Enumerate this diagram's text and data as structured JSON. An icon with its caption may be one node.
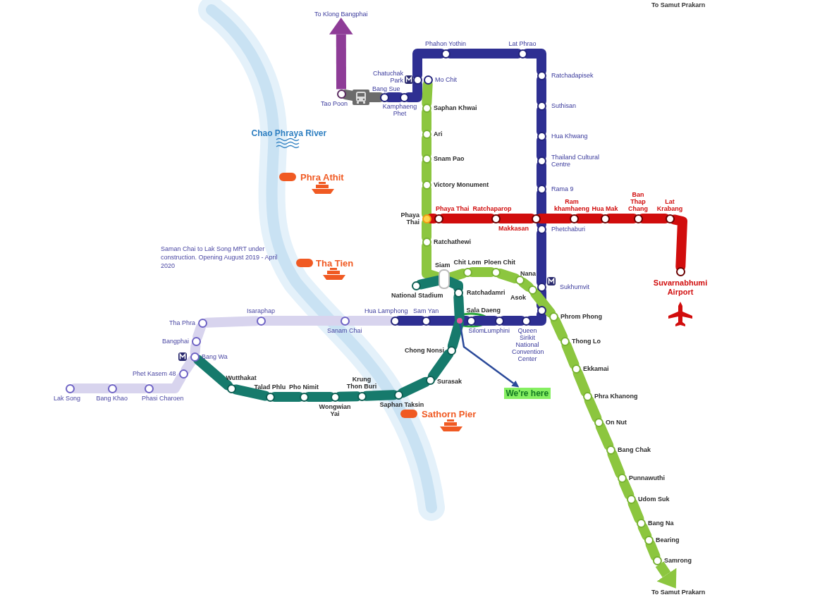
{
  "diagram": {
    "nodes": [
      {
        "text": [
          "To Klong Bangphai"
        ]
      },
      {
        "text": [
          "Tao Poon"
        ]
      },
      {
        "text": [],
        "shape": "picture"
      },
      {
        "text": [
          "Bang Sue"
        ]
      },
      {
        "text": [
          "Kamphaeng Phet"
        ]
      },
      {
        "text": [
          "Chatuchak Park"
        ]
      },
      {
        "text": [
          "Mo Chit"
        ]
      },
      {
        "text": [
          "Phahon Yothin"
        ]
      },
      {
        "text": [
          "Lat Phrao"
        ]
      },
      {
        "text": [
          "Ratchadapisek"
        ]
      },
      {
        "text": [
          "Suthisan"
        ]
      },
      {
        "text": [
          "Hua Khwang"
        ]
      },
      {
        "text": [
          "Thailand Cultural Centre"
        ]
      },
      {
        "text": [
          "Rama 9"
        ]
      },
      {
        "text": [
          "Phetchaburi"
        ]
      },
      {
        "text": [
          "Sukhumvit"
        ]
      },
      {
        "text": [],
        "shape": "circle"
      },
      {
        "text": [
          "Queen Sirikit National Convention Center"
        ]
      },
      {
        "text": [
          "Lumphini"
        ]
      },
      {
        "text": [
          "Silom"
        ]
      },
      {
        "text": [
          "Sam Yan"
        ]
      },
      {
        "text": [
          "Hua Lamphong"
        ]
      },
      {
        "text": [
          "Sanam Chai"
        ]
      },
      {
        "text": [
          "Isaraphap"
        ]
      },
      {
        "text": [
          "Tha Phra"
        ]
      },
      {
        "text": [
          "Bangphai"
        ]
      },
      {
        "text": [
          "Bang Wa"
        ]
      },
      {
        "text": [
          "Phet Kasem 48"
        ]
      },
      {
        "text": [
          "Phasi Charoen"
        ]
      },
      {
        "text": [
          "Bang Khao"
        ]
      },
      {
        "text": [
          "Lak Song"
        ]
      },
      {
        "text": [
          "Saphan Khwai"
        ]
      },
      {
        "text": [
          "Ari"
        ]
      },
      {
        "text": [
          "Snam Pao"
        ]
      },
      {
        "text": [
          "Victory Monument"
        ]
      },
      {
        "text": [
          "Phaya Thai"
        ]
      },
      {
        "text": [
          "Ratchathewi"
        ]
      },
      {
        "text": [
          "Siam"
        ]
      },
      {
        "text": [
          "Chit Lom"
        ]
      },
      {
        "text": [
          "Ploen Chit"
        ]
      },
      {
        "text": [
          "Nana"
        ]
      },
      {
        "text": [
          "Asok"
        ]
      },
      {
        "text": [
          "Phrom Phong"
        ]
      },
      {
        "text": [
          "Thong Lo"
        ]
      },
      {
        "text": [
          "Ekkamai"
        ]
      },
      {
        "text": [
          "Phra Khanong"
        ]
      },
      {
        "text": [
          "On Nut"
        ]
      },
      {
        "text": [
          "Bang Chak"
        ]
      },
      {
        "text": [
          "Punnawuthi"
        ]
      },
      {
        "text": [
          "Udom Suk"
        ]
      },
      {
        "text": [
          "Bang Na"
        ]
      },
      {
        "text": [
          "Bearing"
        ]
      },
      {
        "text": [
          "Samrong"
        ]
      },
      {
        "text": [
          "To Samut Prakarn"
        ]
      },
      {
        "text": [
          "National Stadium"
        ]
      },
      {
        "text": [
          "Ratchadamri"
        ]
      },
      {
        "text": [
          "Sala Daeng"
        ]
      },
      {
        "text": [
          "Chong Nonsi"
        ]
      },
      {
        "text": [
          "Surasak"
        ]
      },
      {
        "text": [
          "Saphan Taksin"
        ]
      },
      {
        "text": [
          "Krung Thon Buri"
        ]
      },
      {
        "text": [
          "Wongwian Yai"
        ]
      },
      {
        "text": [
          "Pho Nimit"
        ]
      },
      {
        "text": [
          "Talad Phlu"
        ]
      },
      {
        "text": [
          "Wutthakat"
        ]
      },
      {
        "text": [
          "Phaya Thai"
        ]
      },
      {
        "text": [
          "Ratchaparop"
        ]
      },
      {
        "text": [
          "Makkasan"
        ]
      },
      {
        "text": [
          "Ram khamhaeng"
        ]
      },
      {
        "text": [
          "Hua Mak"
        ]
      },
      {
        "text": [
          "Ban Thap Chang"
        ]
      },
      {
        "text": [
          "Lat Krabang"
        ]
      },
      {
        "text": [
          "Suvarnabhumi Airport"
        ]
      },
      {
        "text": [
          "We're here"
        ]
      }
    ],
    "edges": [
      {
        "from": 1,
        "to": 0,
        "arrow": "to",
        "color": "#8e3c97"
      },
      {
        "from": 1,
        "to": 2,
        "arrow": "none",
        "color": "#6b6b6b"
      },
      {
        "from": 2,
        "to": 3,
        "arrow": "none",
        "color": "#6b6b6b"
      },
      {
        "from": 3,
        "to": 4,
        "arrow": "none",
        "color": "#2e2f92"
      },
      {
        "from": 4,
        "to": 5,
        "arrow": "none",
        "color": "#2e2f92"
      },
      {
        "from": 5,
        "to": 7,
        "arrow": "none",
        "color": "#2e2f92"
      },
      {
        "from": 7,
        "to": 8,
        "arrow": "none",
        "color": "#2e2f92"
      },
      {
        "from": 8,
        "to": 9,
        "arrow": "none",
        "color": "#2e2f92"
      },
      {
        "from": 9,
        "to": 10,
        "arrow": "none",
        "color": "#2e2f92"
      },
      {
        "from": 10,
        "to": 11,
        "arrow": "none",
        "color": "#2e2f92"
      },
      {
        "from": 11,
        "to": 12,
        "arrow": "none",
        "color": "#2e2f92"
      },
      {
        "from": 12,
        "to": 13,
        "arrow": "none",
        "color": "#2e2f92"
      },
      {
        "from": 13,
        "to": 14,
        "arrow": "none",
        "color": "#2e2f92"
      },
      {
        "from": 14,
        "to": 15,
        "arrow": "none",
        "color": "#2e2f92"
      },
      {
        "from": 15,
        "to": 16,
        "arrow": "none",
        "color": "#2e2f92"
      },
      {
        "from": 16,
        "to": 17,
        "arrow": "none",
        "color": "#2e2f92"
      },
      {
        "from": 17,
        "to": 18,
        "arrow": "none",
        "color": "#2e2f92"
      },
      {
        "from": 18,
        "to": 19,
        "arrow": "none",
        "color": "#2e2f92"
      },
      {
        "from": 19,
        "to": 20,
        "arrow": "none",
        "color": "#2e2f92"
      },
      {
        "from": 20,
        "to": 21,
        "arrow": "none",
        "color": "#2e2f92"
      },
      {
        "from": 21,
        "to": 22,
        "arrow": "none",
        "color": "#d8d4ee"
      },
      {
        "from": 22,
        "to": 23,
        "arrow": "none",
        "color": "#d8d4ee"
      },
      {
        "from": 23,
        "to": 24,
        "arrow": "none",
        "color": "#d8d4ee"
      },
      {
        "from": 24,
        "to": 25,
        "arrow": "none",
        "color": "#d8d4ee"
      },
      {
        "from": 25,
        "to": 26,
        "arrow": "none",
        "color": "#d8d4ee"
      },
      {
        "from": 26,
        "to": 27,
        "arrow": "none",
        "color": "#d8d4ee"
      },
      {
        "from": 27,
        "to": 28,
        "arrow": "none",
        "color": "#d8d4ee"
      },
      {
        "from": 28,
        "to": 29,
        "arrow": "none",
        "color": "#d8d4ee"
      },
      {
        "from": 29,
        "to": 30,
        "arrow": "none",
        "color": "#d8d4ee"
      },
      {
        "from": 6,
        "to": 31,
        "arrow": "none"
      },
      {
        "from": 31,
        "to": 32,
        "arrow": "none"
      },
      {
        "from": 32,
        "to": 33,
        "arrow": "none"
      },
      {
        "from": 33,
        "to": 34,
        "arrow": "none"
      },
      {
        "from": 34,
        "to": 35,
        "arrow": "none"
      },
      {
        "from": 35,
        "to": 36,
        "arrow": "none"
      },
      {
        "from": 36,
        "to": 37,
        "arrow": "none"
      },
      {
        "from": 37,
        "to": 38,
        "arrow": "none"
      },
      {
        "from": 38,
        "to": 39,
        "arrow": "none"
      },
      {
        "from": 39,
        "to": 40,
        "arrow": "none"
      },
      {
        "from": 40,
        "to": 41,
        "arrow": "none"
      },
      {
        "from": 41,
        "to": 42,
        "arrow": "none"
      },
      {
        "from": 42,
        "to": 43,
        "arrow": "none"
      },
      {
        "from": 43,
        "to": 44,
        "arrow": "none"
      },
      {
        "from": 44,
        "to": 45,
        "arrow": "none"
      },
      {
        "from": 45,
        "to": 46,
        "arrow": "none"
      },
      {
        "from": 46,
        "to": 47,
        "arrow": "none"
      },
      {
        "from": 47,
        "to": 48,
        "arrow": "none"
      },
      {
        "from": 48,
        "to": 49,
        "arrow": "none"
      },
      {
        "from": 49,
        "to": 50,
        "arrow": "none"
      },
      {
        "from": 50,
        "to": 51,
        "arrow": "none"
      },
      {
        "from": 51,
        "to": 52,
        "arrow": "none"
      },
      {
        "from": 52,
        "to": 53,
        "arrow": "to"
      },
      {
        "from": 54,
        "to": 37,
        "arrow": "none",
        "color": "#167a6c"
      },
      {
        "from": 37,
        "to": 55,
        "arrow": "none",
        "color": "#167a6c"
      },
      {
        "from": 55,
        "to": 56,
        "arrow": "none",
        "color": "#167a6c"
      },
      {
        "from": 56,
        "to": 57,
        "arrow": "none",
        "color": "#167a6c"
      },
      {
        "from": 57,
        "to": 58,
        "arrow": "none",
        "color": "#167a6c"
      },
      {
        "from": 58,
        "to": 59,
        "arrow": "none",
        "color": "#167a6c"
      },
      {
        "from": 59,
        "to": 60,
        "arrow": "none",
        "color": "#167a6c"
      },
      {
        "from": 60,
        "to": 61,
        "arrow": "none",
        "color": "#167a6c"
      },
      {
        "from": 61,
        "to": 62,
        "arrow": "none",
        "color": "#167a6c"
      },
      {
        "from": 62,
        "to": 63,
        "arrow": "none",
        "color": "#167a6c"
      },
      {
        "from": 63,
        "to": 64,
        "arrow": "none",
        "color": "#167a6c"
      },
      {
        "from": 64,
        "to": 26,
        "arrow": "none",
        "color": "#167a6c"
      },
      {
        "from": 35,
        "to": 65,
        "arrow": "none",
        "color": "#d10d0d"
      },
      {
        "from": 65,
        "to": 66,
        "arrow": "none",
        "color": "#d10d0d"
      },
      {
        "from": 66,
        "to": 67,
        "arrow": "none",
        "color": "#d10d0d"
      },
      {
        "from": 67,
        "to": 68,
        "arrow": "none",
        "color": "#d10d0d"
      },
      {
        "from": 68,
        "to": 69,
        "arrow": "none",
        "color": "#d10d0d"
      },
      {
        "from": 69,
        "to": 70,
        "arrow": "none",
        "color": "#d10d0d"
      },
      {
        "from": 70,
        "to": 71,
        "arrow": "none",
        "color": "#d10d0d"
      },
      {
        "from": 71,
        "to": 72,
        "arrow": "none",
        "color": "#d10d0d"
      },
      {
        "from": 56,
        "to": 73,
        "arrow": "to",
        "color": "#2b4a9a"
      }
    ],
    "labels": [
      "To Samut Prakarn",
      "Chao Phraya River",
      "Phra Athit",
      "Saman Chai to Lak Song MRT under construction. Opening August 2019 - April 2020",
      "Tha Tien",
      "Sathorn Pier"
    ]
  }
}
